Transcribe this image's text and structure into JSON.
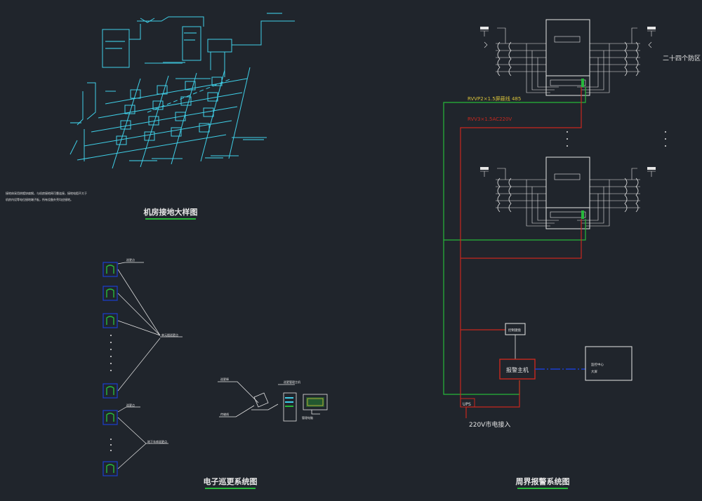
{
  "titles": {
    "grounding": "机房接地大样图",
    "patrol": "电子巡更系统图",
    "perimeter": "周界报警系统图"
  },
  "grounding": {
    "notes_line1": "接地体采用热镀锌扁钢，与机房接地网可靠连接，接地电阻不大于",
    "notes_line2": "机房内设等电位接地端子板，所有设备外壳均应接地。"
  },
  "perimeter": {
    "cable_rs485": "RVVP2×1.5屏蔽线 485",
    "cable_power": "RVV3×1.5AC220V",
    "zones_label": "二十四个防区",
    "keyboard_label": "控制键盘",
    "host_label": "报警主机",
    "center_label": "监控中心",
    "center_label2": "大屏",
    "ups_label": "UPS",
    "mains_label": "220V市电接入"
  },
  "patrol": {
    "point_label": "巡更点",
    "group1_label": "单元楼巡更点",
    "point_label2": "巡更点",
    "group2_label": "地下车库巡更点",
    "reader_label": "巡更棒",
    "cable_label": "传输线",
    "pc_label": "巡更管理主机",
    "pc_caption": "管理电脑"
  },
  "colors": {
    "bg": "#20252c",
    "cyan": "#3fd0e8",
    "green": "#27b83a",
    "red": "#c8281e",
    "white": "#e6e6e6",
    "blue": "#1b3fd0",
    "yellow": "#d8c23a"
  }
}
